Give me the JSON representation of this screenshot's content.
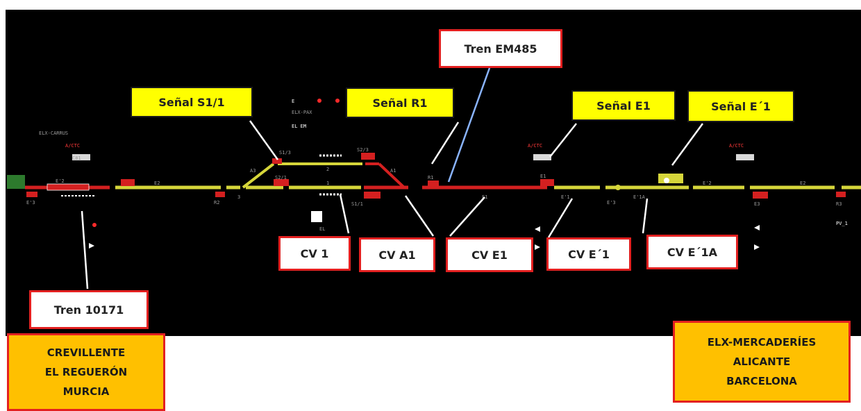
{
  "signals": {
    "s1_1": "Señal S1/1",
    "r1": "Señal R1",
    "e1": "Señal E1",
    "e_prime_1": "Señal E´1"
  },
  "trains": {
    "em485": "Tren EM485",
    "t10171": "Tren 10171"
  },
  "track_circuits": {
    "cv1": "CV 1",
    "cva1": "CV A1",
    "cve1": "CV E1",
    "cve_prime_1": "CV E´1",
    "cve_prime_1a": "CV E´1A"
  },
  "directions": {
    "left": [
      "CREVILLENTE",
      "EL REGUERÓN",
      "MURCIA"
    ],
    "right": [
      "ELX-MERCADERÍES",
      "ALICANTE",
      "BARCELONA"
    ]
  },
  "screen_labels": {
    "station_left": "ELX-CARRUS",
    "avtc": "A/CTC",
    "el_em": "EL  EM",
    "elx_pax": "ELX-PAX",
    "e_ind": "E",
    "e2": "E2",
    "e_prime_2": "E'2",
    "r2": "R2",
    "s1_3": "S1/3",
    "s2_1": "S2/1",
    "s1_1": "S1/1",
    "s2_3": "S2/3",
    "a1": "A1",
    "a3": "A3",
    "r1": "R1",
    "e1": "E1",
    "e_prime_1": "E'1",
    "e_prime_1a": "E'1A",
    "e3": "E3",
    "e_prime_3": "E'3",
    "track_1": "1",
    "track_2": "2",
    "track_3": "3",
    "el": "EL",
    "r3": "R3",
    "pv": "PV_1",
    "c81": "C81"
  },
  "colors": {
    "background": "#000000",
    "track_free": "#d6d63a",
    "track_occupied": "#d42020",
    "signal_box": "#ffff00",
    "train_box_border": "#e32020",
    "direction_box": "#ffc000"
  }
}
